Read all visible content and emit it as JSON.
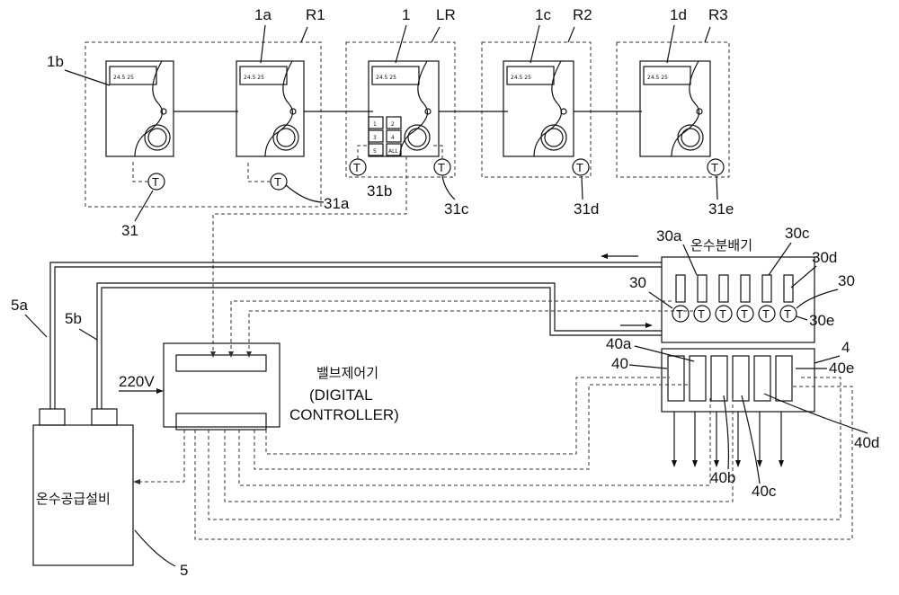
{
  "rooms": [
    {
      "ref": "R1",
      "label": "R1"
    },
    {
      "ref": "LR",
      "label": "LR"
    },
    {
      "ref": "R2",
      "label": "R2"
    },
    {
      "ref": "R3",
      "label": "R3"
    }
  ],
  "thermostats": [
    {
      "label": "1b",
      "display": "24.5 25"
    },
    {
      "label": "1a",
      "display": "24.5 25"
    },
    {
      "label": "1",
      "display": "24.5 25",
      "keys": [
        "1",
        "2",
        "3",
        "4",
        "5",
        "ALL"
      ]
    },
    {
      "label": "1c",
      "display": "24.5 25"
    },
    {
      "label": "1d",
      "display": "24.5 25"
    }
  ],
  "sensors": {
    "symbol": "T",
    "labels": [
      "31",
      "31a",
      "31b",
      "31c",
      "31d",
      "31e"
    ]
  },
  "distributor": {
    "title": "온수분배기",
    "sensor_labels": [
      "30a",
      "30c",
      "30d",
      "30",
      "30",
      "30e"
    ],
    "valve_labels": [
      "40a",
      "40",
      "4",
      "40e",
      "40d",
      "40b",
      "40c"
    ]
  },
  "controller": {
    "title": "밸브제어기",
    "subtitle": "(DIGITAL",
    "subtitle2": "CONTROLLER)",
    "power": "220V"
  },
  "supply": {
    "title": "온수공급설비",
    "ref": "5",
    "pipe_labels": [
      "5a",
      "5b"
    ]
  }
}
